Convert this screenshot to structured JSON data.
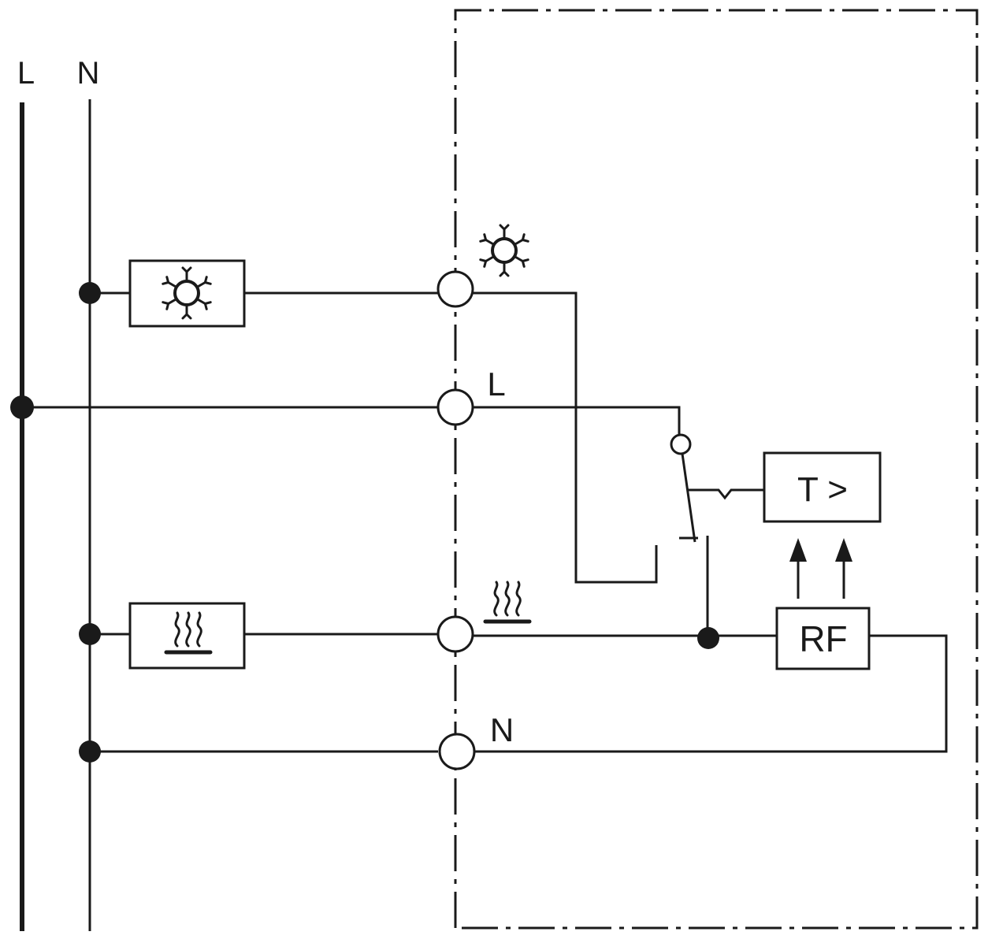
{
  "labels": {
    "rail_l": "L",
    "rail_n": "N",
    "terminal_l": "L",
    "terminal_n": "N",
    "thermostat": "T >",
    "receiver": "RF"
  },
  "icons": {
    "cooling": "snowflake-icon",
    "heating": "heat-icon"
  },
  "colors": {
    "line": "#1a1a1a",
    "background": "#ffffff"
  }
}
